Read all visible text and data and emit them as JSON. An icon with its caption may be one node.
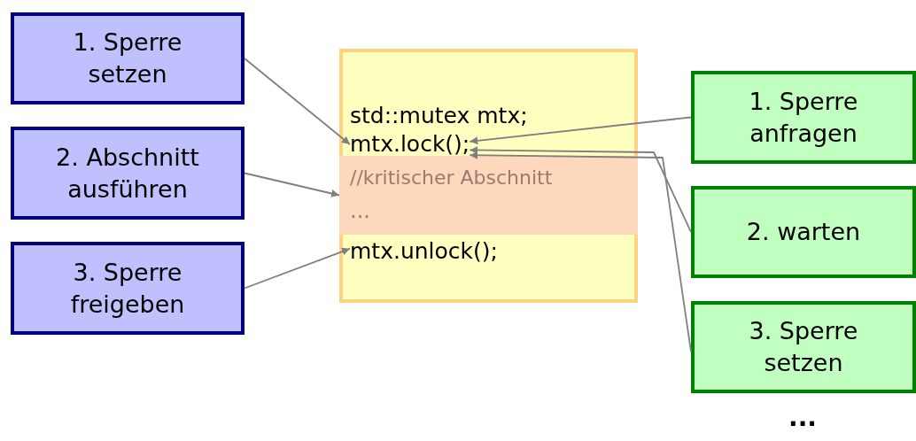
{
  "diagram": {
    "nodes": [
      {
        "text": [
          "1. Sperre setzen"
        ]
      },
      {
        "text": [
          "2. Abschnitt ausführen"
        ]
      },
      {
        "text": [
          "3. Sperre freigeben"
        ]
      },
      {
        "text": [],
        "shape": "box"
      },
      {
        "text": [
          "std::mutex mtx;"
        ],
        "in": 3
      },
      {
        "text": [
          "mtx.lock();"
        ],
        "in": 3
      },
      {
        "text": [
          "//kritischer Abschnitt",
          "..."
        ],
        "in": 3
      },
      {
        "text": [
          "mtx.unlock();"
        ],
        "in": 3
      },
      {
        "text": [
          "1. Sperre anfragen"
        ]
      },
      {
        "text": [
          "2. warten"
        ]
      },
      {
        "text": [
          "3. Sperre setzen"
        ]
      }
    ],
    "edges": [
      {
        "from": 0,
        "to": 5,
        "arrow": "to"
      },
      {
        "from": 1,
        "to": 6,
        "arrow": "to"
      },
      {
        "from": 2,
        "to": 7,
        "arrow": "to"
      },
      {
        "from": 8,
        "to": 5,
        "arrow": "to"
      },
      {
        "from": 9,
        "to": 5,
        "arrow": "to"
      },
      {
        "from": 10,
        "to": 5,
        "arrow": "to"
      }
    ],
    "labels": [
      "..."
    ]
  }
}
